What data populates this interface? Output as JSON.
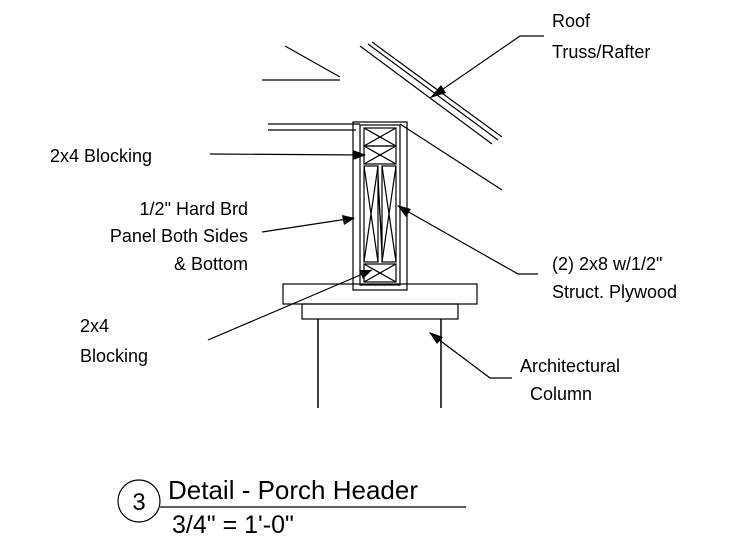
{
  "labels": {
    "roof_line1": "Roof",
    "roof_line2": "Truss/Rafter",
    "blocking_top": "2x4 Blocking",
    "hardbrd_line1": "1/2\"  Hard Brd",
    "hardbrd_line2": "Panel Both Sides",
    "hardbrd_line3": "& Bottom",
    "blocking_bottom_line1": "2x4",
    "blocking_bottom_line2": "Blocking",
    "header_line1": "(2) 2x8 w/1/2\"",
    "header_line2": "Struct. Plywood",
    "column_line1": "Architectural",
    "column_line2": "Column"
  },
  "title_block": {
    "detail_number": "3",
    "title": "Detail - Porch Header",
    "scale": "3/4\" = 1'-0\""
  }
}
